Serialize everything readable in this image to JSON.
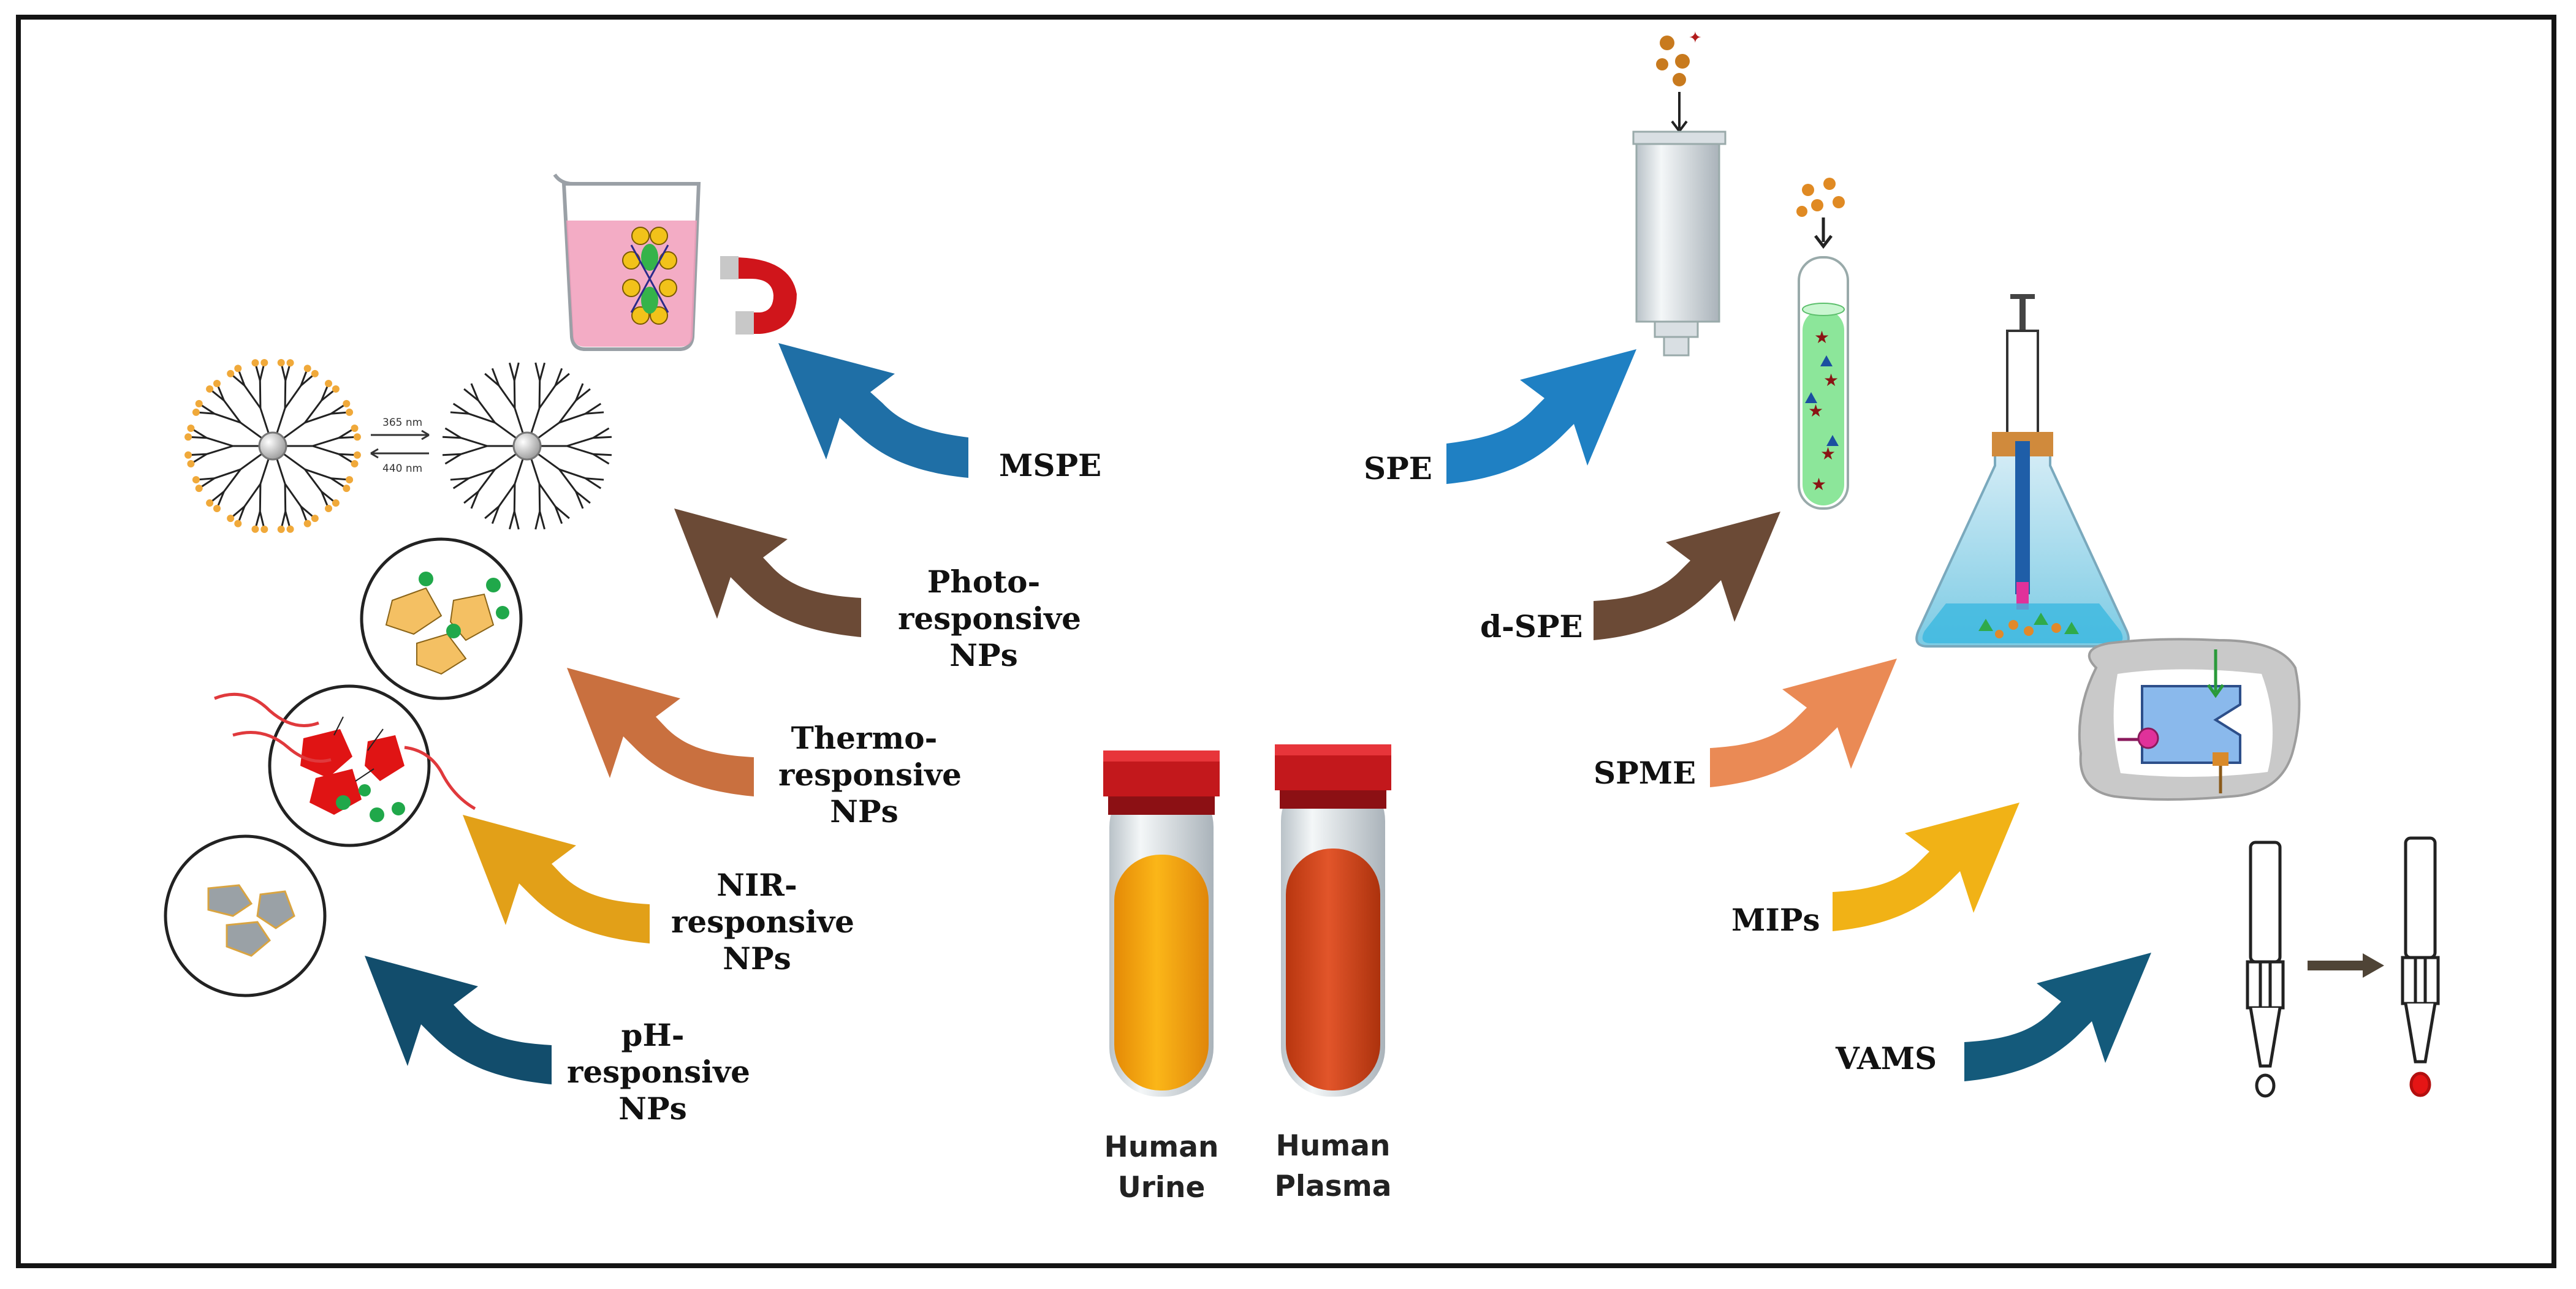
{
  "labels": {
    "mspe": "MSPE",
    "photo": [
      "Photo-",
      "responsive",
      "NPs"
    ],
    "thermo": [
      "Thermo-",
      "responsive",
      "NPs"
    ],
    "nir": [
      "NIR-",
      "responsive",
      "NPs"
    ],
    "ph": [
      "pH-",
      "responsive",
      "NPs"
    ],
    "spe": "SPE",
    "dspe": "d-SPE",
    "spme": "SPME",
    "mips": "MIPs",
    "vams": "VAMS"
  },
  "tubes": {
    "urine": [
      "Human",
      "Urine"
    ],
    "plasma": [
      "Human",
      "Plasma"
    ]
  },
  "wavelengths": {
    "forward": "365 nm",
    "backward": "440 nm"
  },
  "colors": {
    "mspe": "#1f6fa6",
    "photo": "#6b4a36",
    "thermo": "#c9703f",
    "nir": "#e2a018",
    "ph": "#124d6c",
    "spe": "#1f80c3",
    "dspe": "#6b4a36",
    "spme": "#ea8a55",
    "mips": "#f1b216",
    "vams": "#145a7b",
    "urine": "#f6a70c",
    "plasma": "#d74a1a",
    "cap": "#c3181c"
  }
}
